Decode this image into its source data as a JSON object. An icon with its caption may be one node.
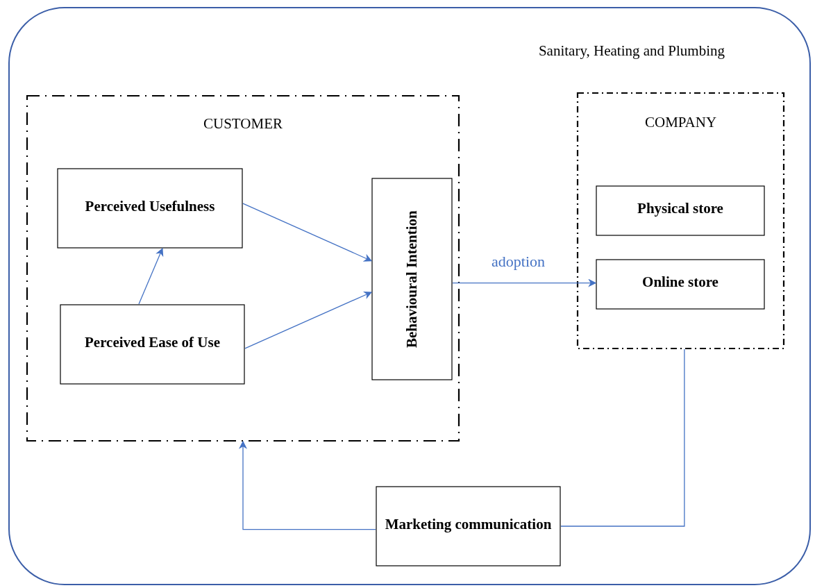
{
  "diagram": {
    "nodes": [
      {
        "text": [
          "Sanitary, Heating and Plumbing"
        ]
      },
      {
        "text": [
          "CUSTOMER"
        ],
        "in": 0
      },
      {
        "text": [
          "Perceived Usefulness"
        ],
        "in": 1
      },
      {
        "text": [
          "Perceived Ease of Use"
        ],
        "in": 1
      },
      {
        "text": [
          "Behavioural Intention"
        ],
        "in": 1
      },
      {
        "text": [
          "COMPANY"
        ],
        "in": 0
      },
      {
        "text": [
          "Physical store"
        ],
        "in": 5
      },
      {
        "text": [
          "Online store"
        ],
        "in": 5
      },
      {
        "text": [
          "Marketing communication"
        ],
        "in": 0
      }
    ],
    "edges": [
      {
        "from": 3,
        "to": 2,
        "arrow": "to"
      },
      {
        "from": 2,
        "to": 4,
        "arrow": "to"
      },
      {
        "from": 3,
        "to": 4,
        "arrow": "to"
      },
      {
        "from": 4,
        "to": 7,
        "arrow": "to",
        "label": "adoption"
      },
      {
        "from": 5,
        "to": 8,
        "arrow": "none"
      },
      {
        "from": 8,
        "to": 1,
        "arrow": "to"
      }
    ]
  }
}
